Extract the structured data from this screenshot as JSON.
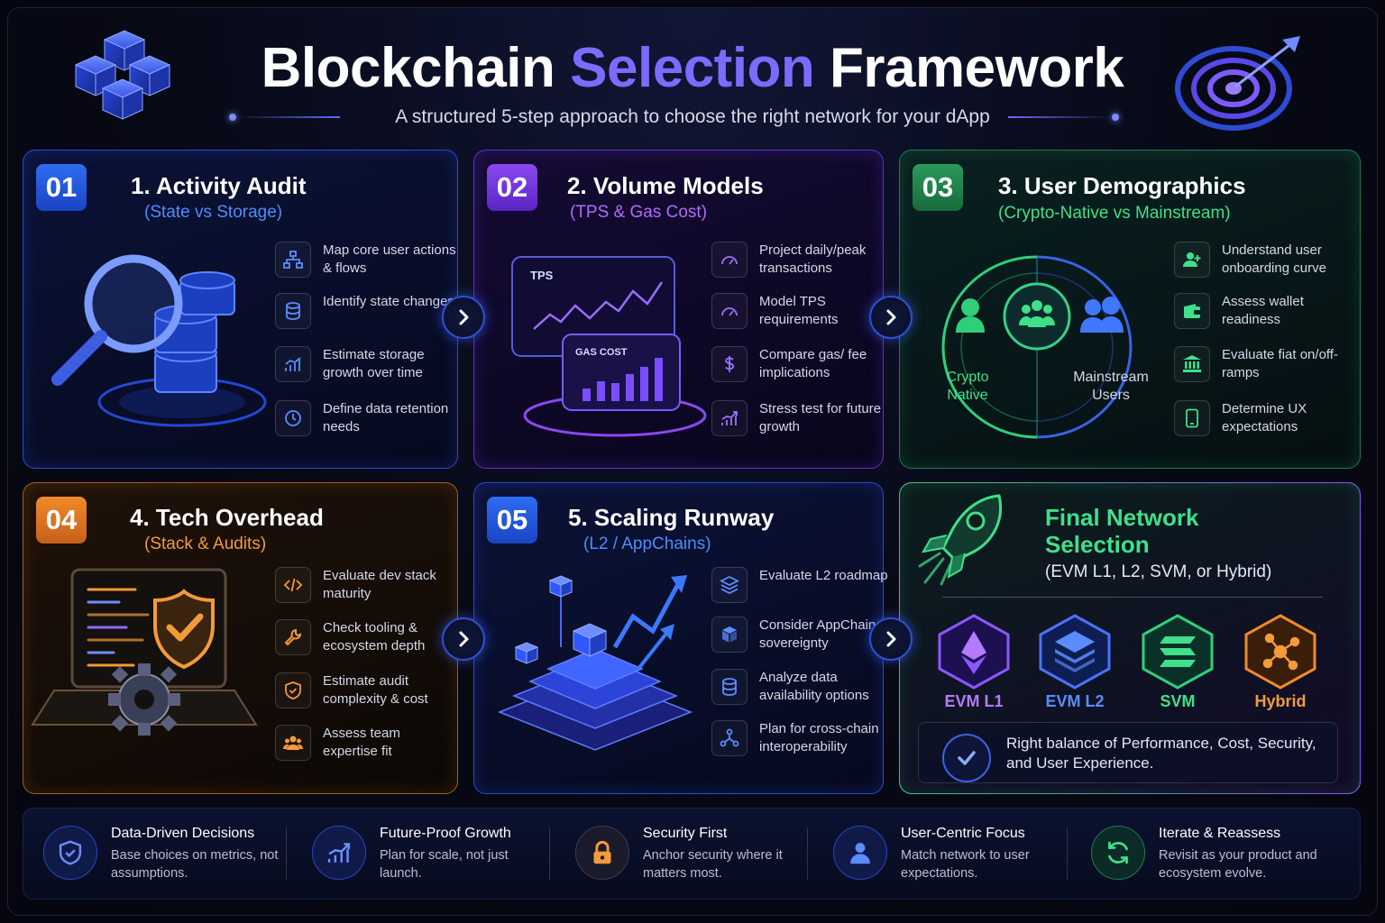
{
  "header": {
    "title_part1": "Blockchain",
    "title_accent": "Selection",
    "title_part2": "Framework",
    "subtitle": "A structured 5-step approach to choose the right network for your dApp"
  },
  "colors": {
    "blue": "#2f6cf2",
    "purple": "#8a48f0",
    "green": "#2a9a5a",
    "orange": "#f08a2a",
    "title_accent": "#7d6bff"
  },
  "steps": [
    {
      "number": "01",
      "title": "1. Activity Audit",
      "subtitle": "(State vs Storage)",
      "items": [
        {
          "icon": "flow-chart-icon",
          "text": "Map core user actions & flows"
        },
        {
          "icon": "database-icon",
          "text": "Identify state changes"
        },
        {
          "icon": "bar-chart-icon",
          "text": "Estimate storage growth over time"
        },
        {
          "icon": "clock-icon",
          "text": "Define data retention needs"
        }
      ]
    },
    {
      "number": "02",
      "title": "2. Volume Models",
      "subtitle": "(TPS & Gas Cost)",
      "chart_labels": {
        "tps": "TPS",
        "gas": "GAS COST"
      },
      "items": [
        {
          "icon": "gauge-icon",
          "text": "Project daily/peak transactions"
        },
        {
          "icon": "gauge-icon",
          "text": "Model TPS requirements"
        },
        {
          "icon": "dollar-icon",
          "text": "Compare gas/ fee implications"
        },
        {
          "icon": "growth-chart-icon",
          "text": "Stress test for future growth"
        }
      ]
    },
    {
      "number": "03",
      "title": "3. User Demographics",
      "subtitle": "(Crypto-Native vs Mainstream)",
      "segments": {
        "left": "Crypto Native",
        "right": "Mainstream Users"
      },
      "items": [
        {
          "icon": "user-plus-icon",
          "text": "Understand user onboarding curve"
        },
        {
          "icon": "wallet-icon",
          "text": "Assess wallet readiness"
        },
        {
          "icon": "bank-icon",
          "text": "Evaluate fiat on/off-ramps"
        },
        {
          "icon": "phone-icon",
          "text": "Determine UX expectations"
        }
      ]
    },
    {
      "number": "04",
      "title": "4. Tech Overhead",
      "subtitle": "(Stack & Audits)",
      "items": [
        {
          "icon": "code-icon",
          "text": "Evaluate dev stack maturity"
        },
        {
          "icon": "wrench-icon",
          "text": "Check tooling & ecosystem depth"
        },
        {
          "icon": "shield-check-icon",
          "text": "Estimate audit complexity & cost"
        },
        {
          "icon": "team-icon",
          "text": "Assess team expertise fit"
        }
      ]
    },
    {
      "number": "05",
      "title": "5. Scaling Runway",
      "subtitle": "(L2 / AppChains)",
      "items": [
        {
          "icon": "layers-icon",
          "text": "Evaluate L2 roadmap"
        },
        {
          "icon": "cube-icon",
          "text": "Consider AppChain sovereignty"
        },
        {
          "icon": "database-icon",
          "text": "Analyze data availability options"
        },
        {
          "icon": "network-icon",
          "text": "Plan for cross-chain interoperability"
        }
      ]
    }
  ],
  "final": {
    "title_line1": "Final Network",
    "title_line2": "Selection",
    "subtitle": "(EVM L1, L2, SVM, or Hybrid)",
    "options": [
      {
        "label": "EVM L1",
        "color": "#b37bff",
        "icon": "ethereum-icon"
      },
      {
        "label": "EVM L2",
        "color": "#5b8cff",
        "icon": "layers-icon"
      },
      {
        "label": "SVM",
        "color": "#3ee08a",
        "icon": "solana-icon"
      },
      {
        "label": "Hybrid",
        "color": "#f39a3a",
        "icon": "hub-icon"
      }
    ],
    "balance_text": "Right balance of Performance, Cost, Security, and User Experience."
  },
  "principles": [
    {
      "icon": "shield-check-icon",
      "title": "Data-Driven Decisions",
      "desc": "Base choices on metrics, not assumptions."
    },
    {
      "icon": "growth-chart-icon",
      "title": "Future-Proof Growth",
      "desc": "Plan for scale, not just launch."
    },
    {
      "icon": "lock-icon",
      "title": "Security First",
      "desc": "Anchor security where it matters most."
    },
    {
      "icon": "user-icon",
      "title": "User-Centric Focus",
      "desc": "Match network to user expectations."
    },
    {
      "icon": "refresh-icon",
      "title": "Iterate & Reassess",
      "desc": "Revisit as your product and ecosystem evolve."
    }
  ]
}
